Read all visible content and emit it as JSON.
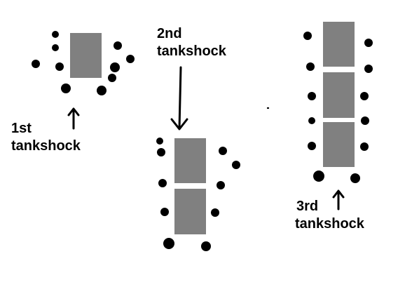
{
  "colors": {
    "background": "#ffffff",
    "tank": "#808080",
    "model": "#000000",
    "arrow": "#000000",
    "text": "#000000"
  },
  "labels": {
    "first": {
      "line1": "1st",
      "line2": "tankshock"
    },
    "second": {
      "line1": "2nd",
      "line2": "tankshock"
    },
    "third": {
      "line1": "3rd",
      "line2": "tankshock"
    }
  }
}
